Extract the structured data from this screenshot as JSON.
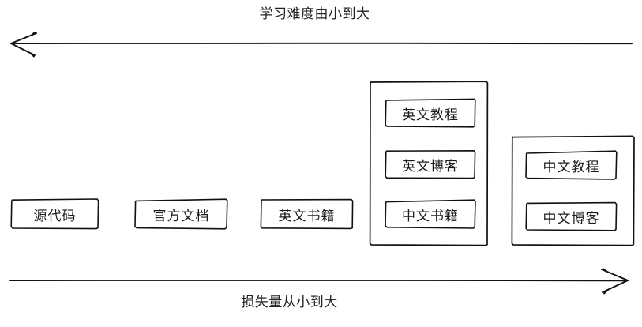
{
  "diagram": {
    "top_axis": {
      "label": "学习难度由小到大",
      "arrow_direction": "left",
      "arrow_name": "left-arrow"
    },
    "bottom_axis": {
      "label": "损失量从小到大",
      "arrow_direction": "right",
      "arrow_name": "right-arrow"
    },
    "items": [
      {
        "label": "源代码",
        "type": "box"
      },
      {
        "label": "官方文档",
        "type": "box"
      },
      {
        "label": "英文书籍",
        "type": "box"
      },
      {
        "label": "英文教程",
        "type": "box"
      },
      {
        "label": "英文博客",
        "type": "box"
      },
      {
        "label": "中文书籍",
        "type": "box"
      },
      {
        "label": "中文教程",
        "type": "box"
      },
      {
        "label": "中文博客",
        "type": "box"
      }
    ],
    "groups": [
      {
        "name": "english-tutorial-group",
        "members": [
          "英文教程",
          "英文博客",
          "中文书籍"
        ]
      },
      {
        "name": "chinese-tutorial-group",
        "members": [
          "中文教程",
          "中文博客"
        ]
      }
    ],
    "colors": {
      "stroke": "#111111",
      "background": "#ffffff",
      "text": "#1a1a1a"
    }
  }
}
